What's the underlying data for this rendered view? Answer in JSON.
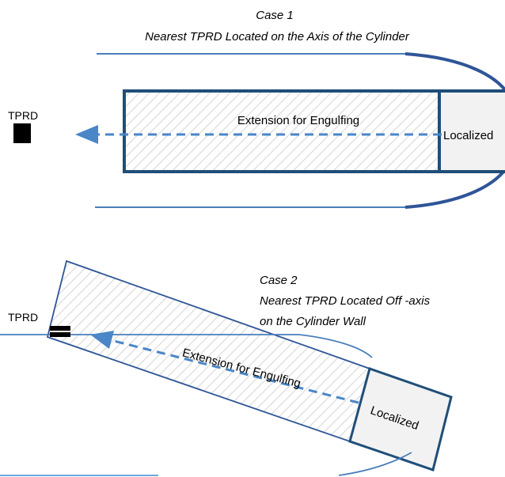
{
  "case1": {
    "title": "Case 1",
    "subtitle": "Nearest TPRD Located on the Axis of the Cylinder",
    "tprd_label": "TPRD",
    "extension_label": "Extension for Engulfing",
    "localized_label": "Localized"
  },
  "case2": {
    "title": "Case 2",
    "subtitle_line1": "Nearest TPRD Located Off -axis",
    "subtitle_line2": "on the Cylinder Wall",
    "tprd_label": "TPRD",
    "extension_label": "Extension for Engulfing",
    "localized_label": "Localized"
  },
  "colors": {
    "outline": "#1F4E79",
    "line": "#4A7EBB",
    "arrow": "#4A86C8",
    "localized_fill": "#F2F2F2",
    "tprd": "#000000"
  }
}
